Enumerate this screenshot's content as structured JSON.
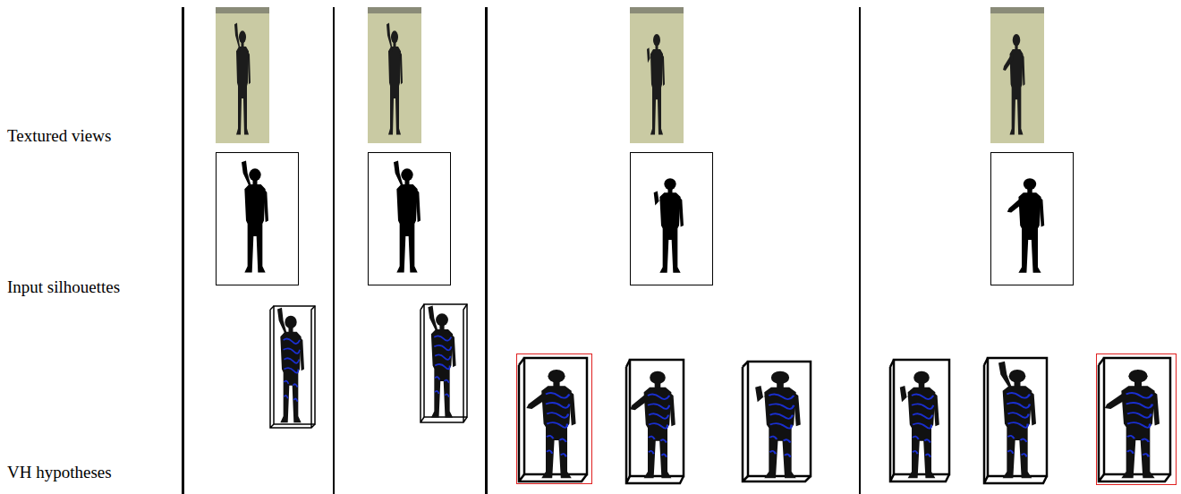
{
  "diagram": {
    "labels": [
      "Textured views",
      "Input silhouettes",
      "VH hypotheses"
    ]
  }
}
